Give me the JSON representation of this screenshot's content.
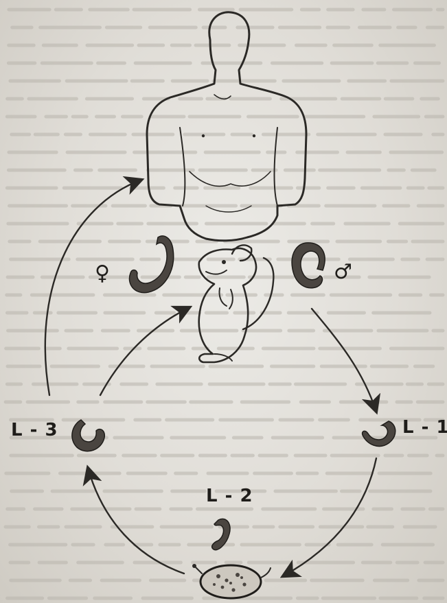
{
  "labels": {
    "female_symbol": "♀",
    "male_symbol": "♂",
    "stage_l1": "L - 1",
    "stage_l2": "L - 2",
    "stage_l3": "L - 3"
  },
  "icons": {
    "human_host": "human-torso-icon",
    "rat_host": "rat-icon",
    "female_adult": "female-worm-icon",
    "male_adult": "male-worm-icon",
    "larva": "larva-icon",
    "intermediate_host": "snail-slug-icon"
  },
  "colors": {
    "ink": "#2b2926",
    "paper": "#e3e0da"
  }
}
